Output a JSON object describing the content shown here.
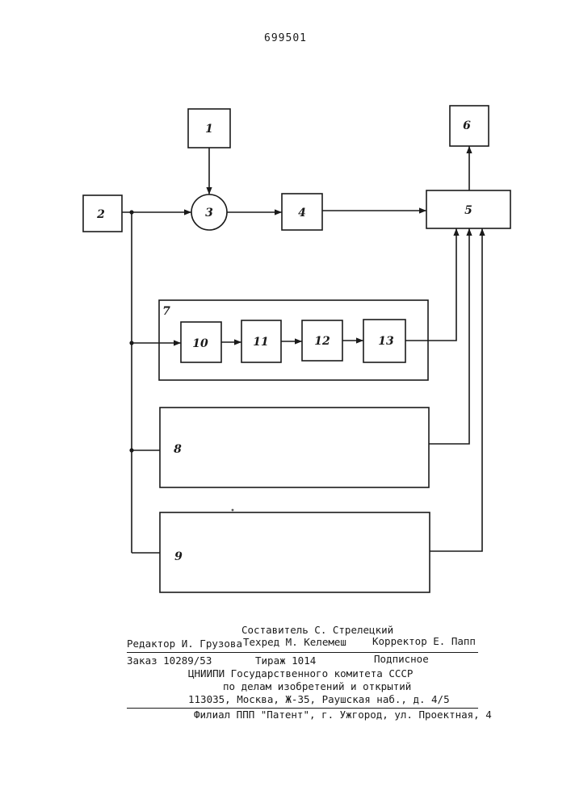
{
  "patent_number": "699501",
  "diagram": {
    "blocks": [
      {
        "id": "block-1",
        "label": "1"
      },
      {
        "id": "block-2",
        "label": "2"
      },
      {
        "id": "block-3",
        "label": "3"
      },
      {
        "id": "block-4",
        "label": "4"
      },
      {
        "id": "block-5",
        "label": "5"
      },
      {
        "id": "block-6",
        "label": "6"
      },
      {
        "id": "block-7",
        "label": "7"
      },
      {
        "id": "block-8",
        "label": "8"
      },
      {
        "id": "block-9",
        "label": "9"
      },
      {
        "id": "block-10",
        "label": "10"
      },
      {
        "id": "block-11",
        "label": "11"
      },
      {
        "id": "block-12",
        "label": "12"
      },
      {
        "id": "block-13",
        "label": "13"
      }
    ]
  },
  "imprint": {
    "compiler": "Составитель С. Стрелецкий",
    "editor": "Редактор И. Грузова",
    "techred": "Техред М. Келемеш",
    "corrector": "Корректор Е. Папп",
    "order": "Заказ 10289/53",
    "circulation": "Тираж 1014",
    "subscription": "Подписное",
    "org_line1": "ЦНИИПИ Государственного комитета СССР",
    "org_line2": "по делам изобретений и открытий",
    "address": "113035, Москва, Ж-35, Раушская наб., д. 4/5",
    "branch": "Филиал ППП \"Патент\", г. Ужгород, ул. Проектная, 4"
  }
}
